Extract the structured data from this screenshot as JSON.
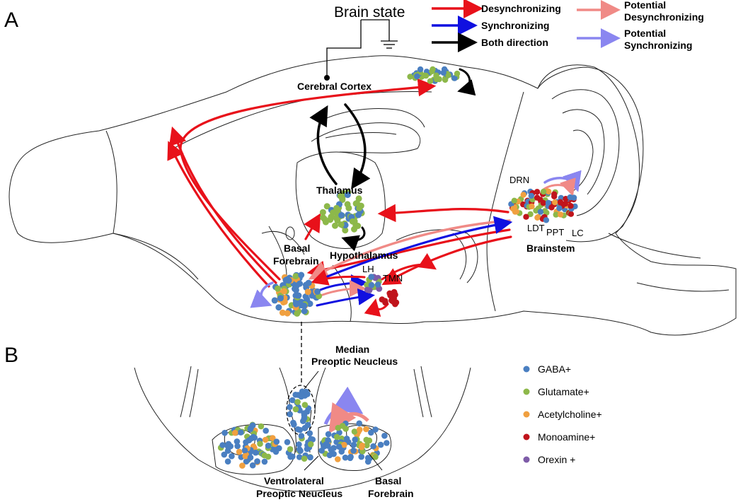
{
  "panels": {
    "a": "A",
    "b": "B"
  },
  "brain_state": "Brain state",
  "legend_arrows": {
    "desync": "Desynchronizing",
    "sync": "Synchronizing",
    "both": "Both direction",
    "potential_desync": [
      "Potential",
      "Desynchronizing"
    ],
    "potential_sync": [
      "Potential",
      "Synchronizing"
    ]
  },
  "regions": {
    "cortex": "Cerebral Cortex",
    "thalamus": "Thalamus",
    "hypothalamus": "Hypothalamus",
    "basal_forebrain": [
      "Basal",
      "Forebrain"
    ],
    "lh": "LH",
    "tmn": "TMN",
    "drn": "DRN",
    "ldt": "LDT",
    "ppt": "PPT",
    "lc": "LC",
    "brainstem": "Brainstem"
  },
  "panel_b": {
    "mnpo": [
      "Median",
      "Preoptic Neucleus"
    ],
    "vlpo": [
      "Ventrolateral",
      "Preoptic Neucleus"
    ],
    "bf": [
      "Basal",
      "Forebrain"
    ]
  },
  "cell_legend": [
    {
      "label": "GABA+",
      "color": "#4a7fc1"
    },
    {
      "label": "Glutamate+",
      "color": "#8db84a"
    },
    {
      "label": "Acetylcholine+",
      "color": "#f0a040"
    },
    {
      "label": "Monoamine+",
      "color": "#c0141c"
    },
    {
      "label": "Orexin +",
      "color": "#7e5ca8"
    }
  ],
  "colors": {
    "desync": "#e8111a",
    "sync": "#1010e0",
    "both": "#000000",
    "potential_desync": "#f08a86",
    "potential_sync": "#8a86f0"
  }
}
